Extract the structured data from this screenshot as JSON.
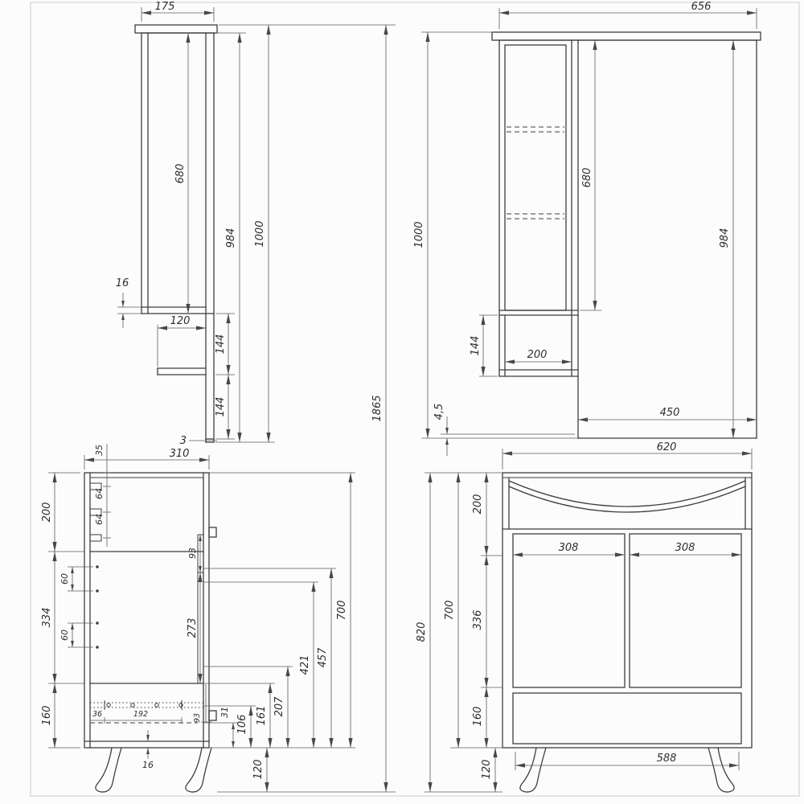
{
  "drawing": {
    "overall_height": "1865",
    "mirror_side": {
      "depth": "175",
      "cabinet_height": "680",
      "panel_height": "984",
      "total_height": "1000",
      "bottom_thickness": "16",
      "shelf_depth": "120",
      "gap_upper": "144",
      "gap_lower": "144",
      "trim": "3"
    },
    "mirror_front": {
      "width": "656",
      "cabinet_height": "680",
      "panel_height": "984",
      "total_height": "1000",
      "shelf_gap": "144",
      "cabinet_width": "200",
      "mirror_width": "450",
      "bottom_gap": "4,5"
    },
    "base_side": {
      "depth": "310",
      "hinge_offset": "35",
      "hinge_gap_upper": "64",
      "hinge_gap_lower": "64",
      "top_section": "200",
      "middle_section": "334",
      "drawer_section": "160",
      "pin_gap_upper": "60",
      "pin_gap_lower": "60",
      "handle_offset": "93",
      "door_span": "273",
      "height": "700",
      "dim_457": "457",
      "dim_421": "421",
      "dim_207": "207",
      "dim_161": "161",
      "dim_106": "106",
      "dim_31": "31",
      "leg_height": "120",
      "bottom_thickness": "16",
      "slide_offset": "36",
      "slide_length": "192",
      "drawer_front": "93"
    },
    "base_front": {
      "width": "620",
      "top_section": "200",
      "middle_section": "336",
      "drawer_section": "160",
      "door_width_left": "308",
      "door_width_right": "308",
      "height": "700",
      "total_height": "820",
      "leg_span": "588",
      "leg_height": "120"
    }
  }
}
